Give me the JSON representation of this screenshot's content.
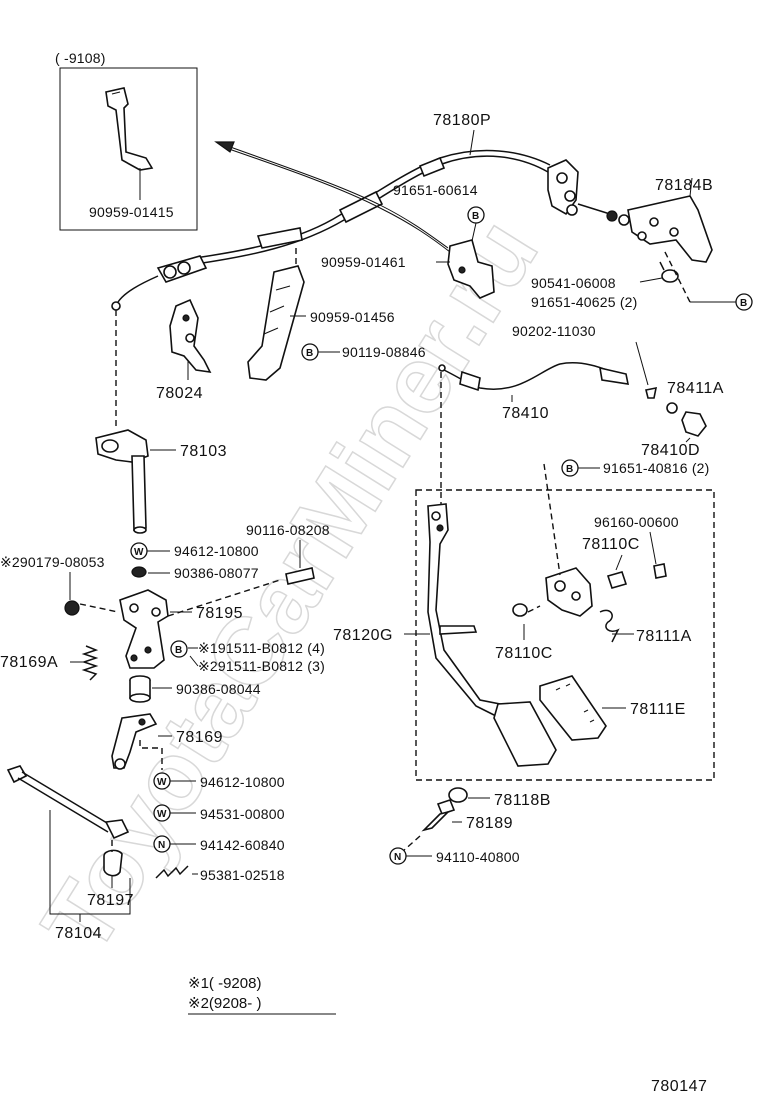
{
  "watermark": "ToyotaCarMiner.ru",
  "diagram_number": "780147",
  "inset": {
    "range": "(    -9108)",
    "part": "90959-01415"
  },
  "notes": {
    "n1": "※1(      -9208)",
    "n2": "※2(9208-      )"
  },
  "labels": {
    "p78180P": "78180P",
    "p91651_60614": "91651-60614",
    "p78184B": "78184B",
    "p90959_01461": "90959-01461",
    "p90541_06008": "90541-06008",
    "p91651_40625": "91651-40625 (2)",
    "p90959_01456": "90959-01456",
    "p90119_08846": "90119-08846",
    "p78024": "78024",
    "p90202_11030": "90202-11030",
    "p78411A": "78411A",
    "p78410": "78410",
    "p78410D": "78410D",
    "p78103": "78103",
    "p91651_40816": "91651-40816 (2)",
    "p90116_08208": "90116-08208",
    "p96160_00600": "96160-00600",
    "p290179_08053": "※290179-08053",
    "p94612_10800a": "94612-10800",
    "p90386_08077": "90386-08077",
    "p78110C_a": "78110C",
    "p78195": "78195",
    "p78120G": "78120G",
    "p78110C_b": "78110C",
    "p78111A": "78111A",
    "p191511": "※191511-B0812 (4)",
    "p291511": "※291511-B0812 (3)",
    "p78169A": "78169A",
    "p90386_08044": "90386-08044",
    "p78111E": "78111E",
    "p78169": "78169",
    "p94612_10800b": "94612-10800",
    "p78118B": "78118B",
    "p94531_00800": "94531-00800",
    "p78189": "78189",
    "p94142_60840": "94142-60840",
    "p94110_40800": "94110-40800",
    "p95381_02518": "95381-02518",
    "p78197": "78197",
    "p78104": "78104"
  },
  "markers": {
    "B": "B",
    "W": "W",
    "N": "N"
  }
}
